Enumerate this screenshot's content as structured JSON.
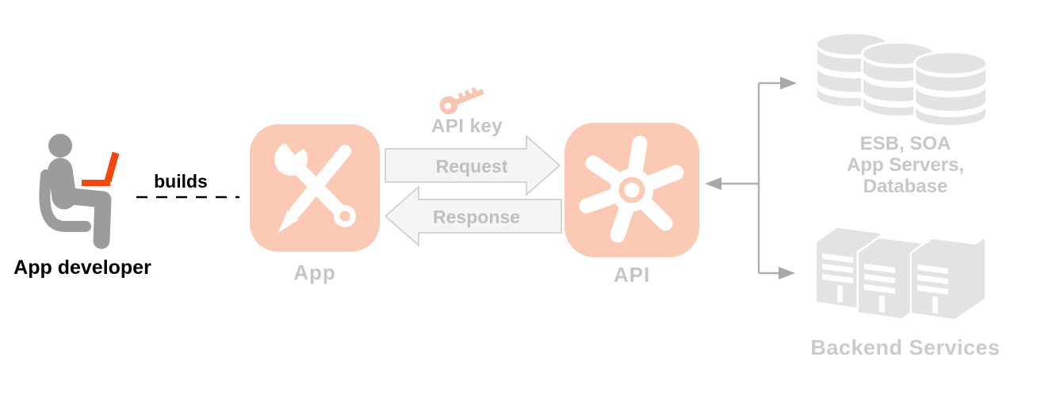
{
  "labels": {
    "app_developer": "App developer",
    "builds": "builds",
    "app": "App",
    "api_key": "API key",
    "request": "Request",
    "response": "Response",
    "api": "API",
    "backend_services": "Backend Services"
  },
  "esb": {
    "line1": "ESB, SOA",
    "line2": "App Servers,",
    "line3": "Database"
  },
  "icons": {
    "developer": "person-sitting-with-laptop",
    "laptop": "orange-laptop",
    "app": "crossed-wrench-and-pencil-app-tile",
    "api_key": "key",
    "api": "pinwheel-gear-app-tile",
    "esb": "three-database-cylinders",
    "backend": "three-server-towers",
    "flow": "request-response-block-arrows",
    "connector": "fork-connector-with-arrowheads"
  },
  "colors": {
    "salmon_tile": "#fbc9b4",
    "key_salmon": "#f8c5b0",
    "accent_orange": "#f2480c",
    "figure_gray": "#9c9c9c",
    "label_black": "#000000",
    "muted_label": "#c5c5c5",
    "arrow_fill": "#f5f5f5",
    "arrow_stroke": "#c9c9c9",
    "arrow_text": "#bfbfbf",
    "connector_gray": "#b0b0b0",
    "asset_gray": "#e3e3e3",
    "esb_text": "#c7c7c7",
    "backend_text": "#cbcbcb",
    "background": "#ffffff"
  }
}
